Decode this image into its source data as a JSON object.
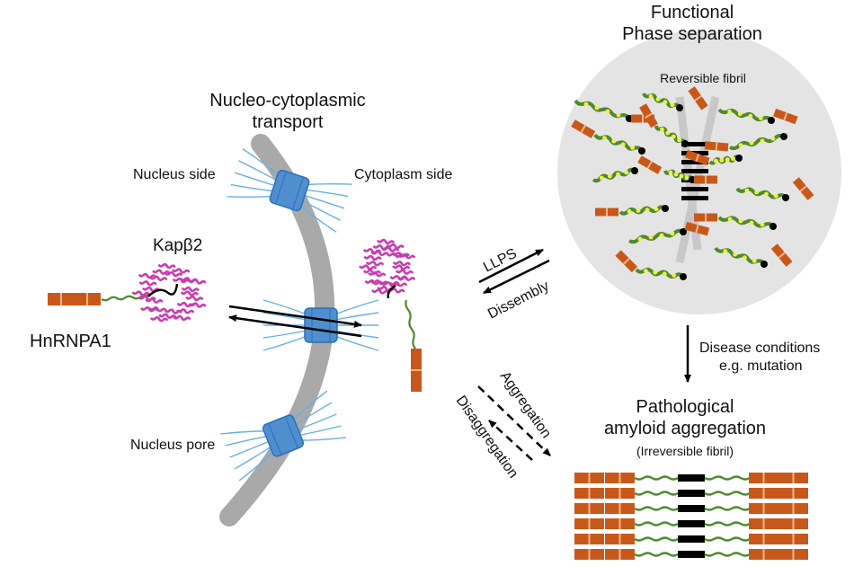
{
  "labels": {
    "transport_line1": "Nucleo-cytoplasmic",
    "transport_line2": "transport",
    "nucleus_side": "Nucleus side",
    "cytoplasm_side": "Cytoplasm side",
    "kap": "Kapβ2",
    "hnrnpa1": "HnRNPA1",
    "nucleus_pore": "Nucleus pore",
    "functional_line1": "Functional",
    "functional_line2": "Phase separation",
    "reversible_fibril": "Reversible fibril",
    "llps": "LLPS",
    "dissembly": "Dissembly",
    "disease_line1": "Disease conditions",
    "disease_line2": "e.g. mutation",
    "pathological_line1": "Pathological",
    "pathological_line2": "amyloid aggregation",
    "irreversible_fibril": "(Irreversible fibril)",
    "aggregation": "Aggregation",
    "disaggregation": "Disaggregation"
  },
  "colors": {
    "membrane": "#a9a9a9",
    "pore": "#4f8fd0",
    "pore_outline": "#2c6fb6",
    "pore_strand": "#6aaee6",
    "rrm": "#c8581a",
    "rrm_seam": "#f2b48a",
    "idr": "#4e8a2e",
    "kap": "#c93cb0",
    "droplet": "#e4e4e4",
    "bead": "#f0ee4a",
    "black": "#000000",
    "arrow": "#000000"
  }
}
